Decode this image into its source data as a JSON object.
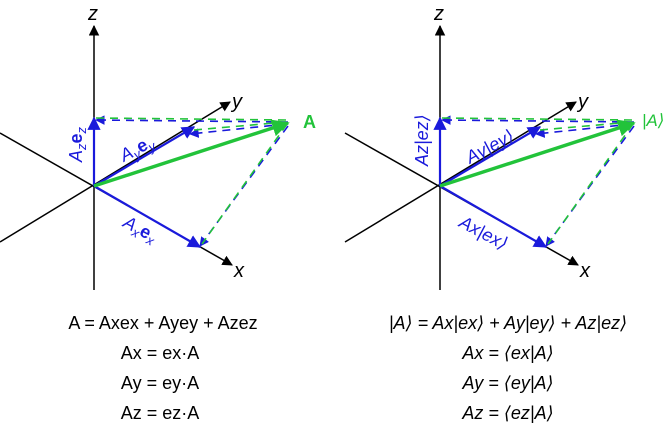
{
  "colors": {
    "axis": "#000000",
    "component": "#1a1adb",
    "vector": "#22c33a"
  },
  "left_panel": {
    "axes": {
      "z": "z",
      "y": "y",
      "x": "x"
    },
    "vector_label": "A",
    "component_labels": {
      "z": {
        "coef": "A",
        "sub": "z",
        "basis": "e",
        "basis_sub": "z"
      },
      "y": {
        "coef": "A",
        "sub": "y",
        "basis": "e",
        "basis_sub": "y"
      },
      "x": {
        "coef": "A",
        "sub": "x",
        "basis": "e",
        "basis_sub": "x"
      }
    },
    "equations": [
      "A = Axex + Ayey + Azez",
      "Ax = ex·A",
      "Ay = ey·A",
      "Az = ez·A"
    ]
  },
  "right_panel": {
    "axes": {
      "z": "z",
      "y": "y",
      "x": "x"
    },
    "vector_label": "|A⟩",
    "component_labels": {
      "z": "Az|ez⟩",
      "y": "Ay|ey⟩",
      "x": "Ax|ex⟩"
    },
    "equations": [
      "|A⟩ = Ax|ex⟩ + Ay|ey⟩ + Az|ez⟩",
      "Ax = ⟨ex|A⟩",
      "Ay = ⟨ey|A⟩",
      "Az = ⟨ez|A⟩"
    ]
  }
}
